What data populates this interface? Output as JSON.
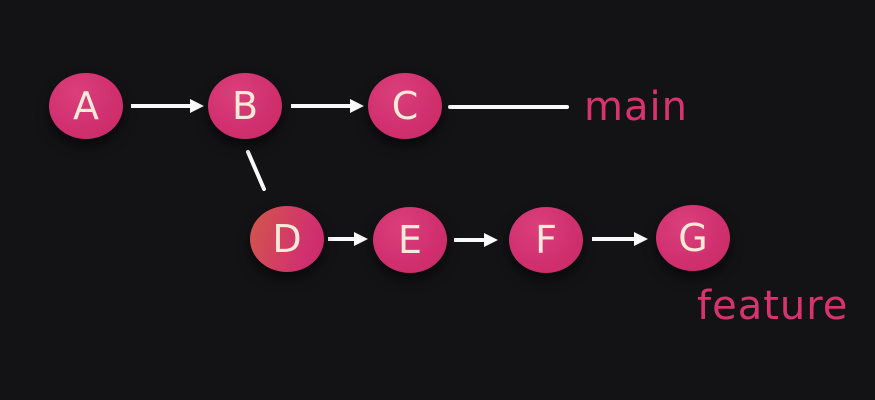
{
  "diagram": {
    "type": "git-commit-graph",
    "nodes": [
      {
        "id": "A",
        "label": "A",
        "branch": "main"
      },
      {
        "id": "B",
        "label": "B",
        "branch": "main"
      },
      {
        "id": "C",
        "label": "C",
        "branch": "main"
      },
      {
        "id": "D",
        "label": "D",
        "branch": "feature"
      },
      {
        "id": "E",
        "label": "E",
        "branch": "feature"
      },
      {
        "id": "F",
        "label": "F",
        "branch": "feature"
      },
      {
        "id": "G",
        "label": "G",
        "branch": "feature"
      }
    ],
    "edges": [
      {
        "from": "A",
        "to": "B",
        "style": "arrow"
      },
      {
        "from": "B",
        "to": "C",
        "style": "arrow"
      },
      {
        "from": "C",
        "to": "main-label",
        "style": "plain-line"
      },
      {
        "from": "B",
        "to": "D",
        "style": "plain-line-diagonal"
      },
      {
        "from": "D",
        "to": "E",
        "style": "arrow"
      },
      {
        "from": "E",
        "to": "F",
        "style": "arrow"
      },
      {
        "from": "F",
        "to": "G",
        "style": "arrow"
      }
    ],
    "branch_labels": {
      "main": "main",
      "feature": "feature"
    }
  },
  "colors": {
    "background": "#131316",
    "node_fill": "#d13070",
    "node_fill_highlight": "#da3f7b",
    "node_fill_shade": "#c82a64",
    "node_d_gradient_start": "#d05748",
    "node_text": "#f3ead8",
    "arrow": "#fafafa",
    "branch_label": "#d9336f"
  }
}
